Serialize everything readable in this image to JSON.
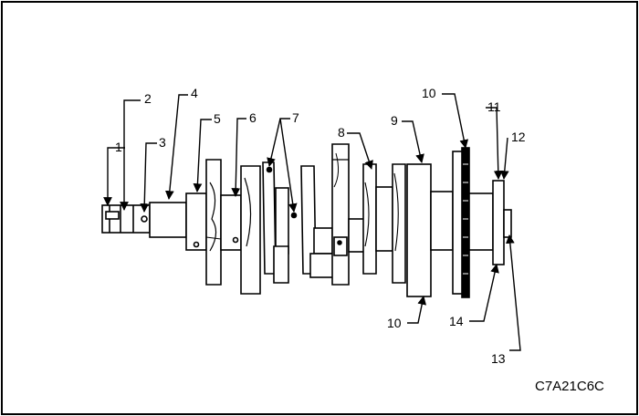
{
  "figure_code": "C7A21C6C",
  "callouts": [
    {
      "id": "c1",
      "text": "1"
    },
    {
      "id": "c2",
      "text": "2"
    },
    {
      "id": "c3",
      "text": "3"
    },
    {
      "id": "c4",
      "text": "4"
    },
    {
      "id": "c5",
      "text": "5"
    },
    {
      "id": "c6",
      "text": "6"
    },
    {
      "id": "c7",
      "text": "7"
    },
    {
      "id": "c8",
      "text": "8"
    },
    {
      "id": "c9",
      "text": "9"
    },
    {
      "id": "c10a",
      "text": "10"
    },
    {
      "id": "c11",
      "text": "11"
    },
    {
      "id": "c12",
      "text": "12"
    },
    {
      "id": "c10b",
      "text": "10"
    },
    {
      "id": "c14",
      "text": "14"
    },
    {
      "id": "c13",
      "text": "13"
    }
  ]
}
